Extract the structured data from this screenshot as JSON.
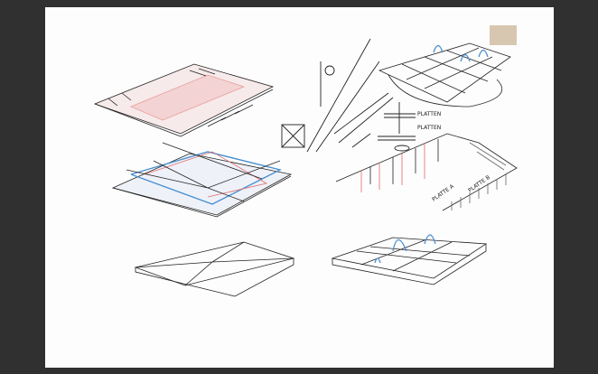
{
  "labels": {
    "upper": "PLATTEN",
    "lower": "PLATTEN",
    "platte_a": "PLATTE A",
    "platte_b": "PLATTE B"
  },
  "colors": {
    "background": "#303030",
    "paper": "#fdfdfd",
    "ink": "#222222",
    "red": "#e06a6a",
    "blue": "#4a8fd0"
  }
}
